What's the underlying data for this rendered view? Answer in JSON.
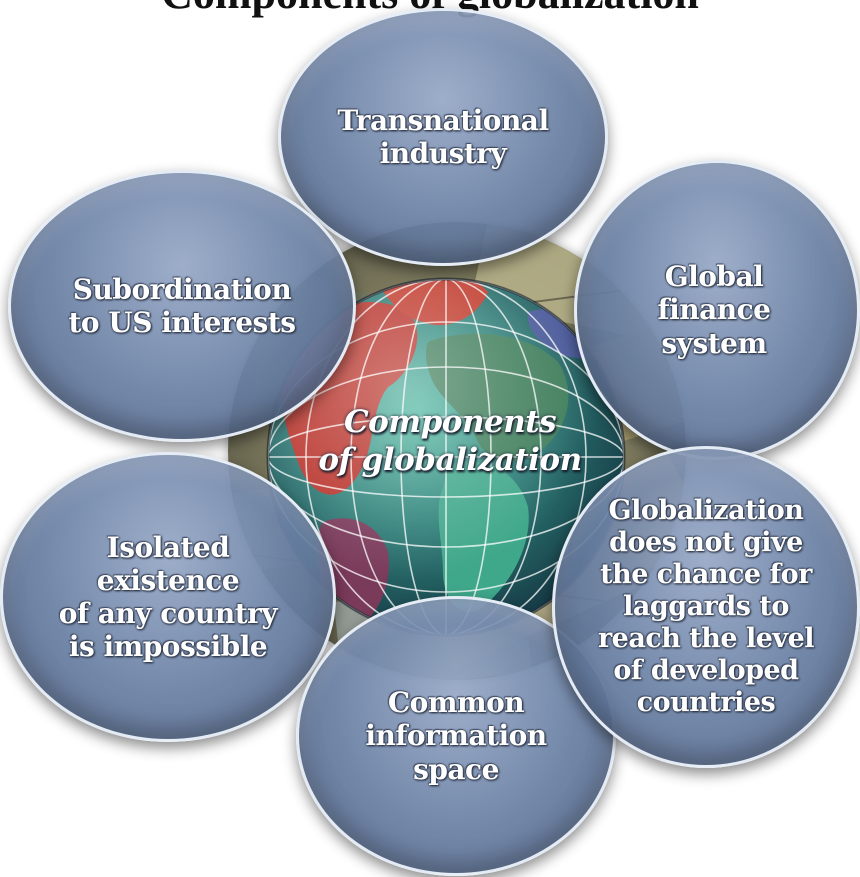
{
  "diagram": {
    "title": "Components of globalization",
    "center": "Components\nof globalization",
    "components": [
      {
        "id": "transnational",
        "label": "Transnational\nindustry"
      },
      {
        "id": "finance",
        "label": "Global\nfinance\nsystem"
      },
      {
        "id": "laggards",
        "label": "Globalization\ndoes not give\nthe chance for\nlaggards to\nreach the level\nof developed\ncountries"
      },
      {
        "id": "common",
        "label": "Common\ninformation\nspace"
      },
      {
        "id": "isolated",
        "label": "Isolated\nexistence\nof any country\nis impossible"
      },
      {
        "id": "subordination",
        "label": "Subordination\nto US interests"
      }
    ]
  },
  "colors": {
    "bubble_fill": "#7F95B8",
    "bubble_border": "#ECF2FA",
    "text": "#FFFFFF",
    "ocean": "#2F6E6A",
    "land": "#C0392B",
    "banknotes": "#8C8A6A"
  }
}
